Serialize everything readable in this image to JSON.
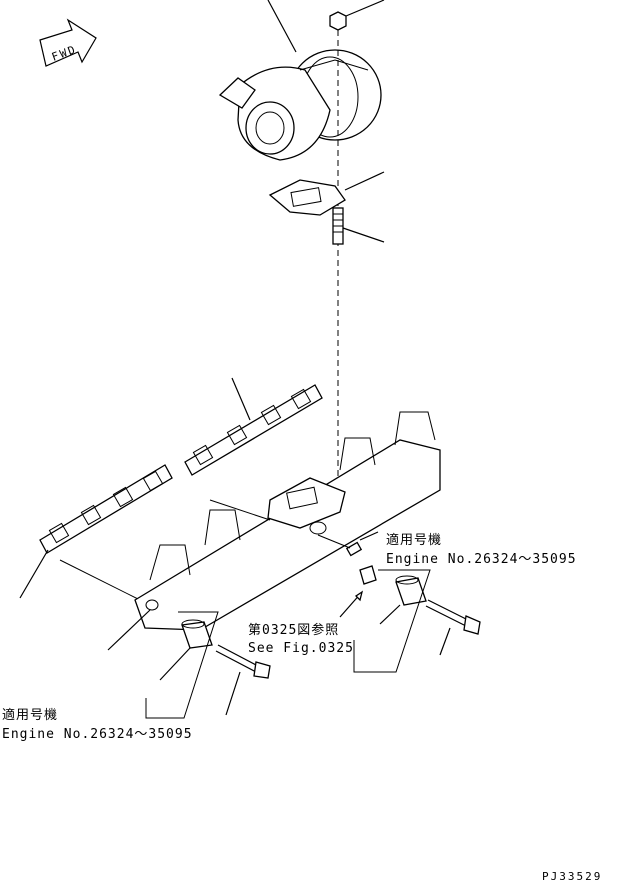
{
  "fwd_label": "FWD",
  "applicability_right": {
    "title": "適用号機",
    "engine": "Engine No.26324～35095"
  },
  "applicability_left": {
    "title": "適用号機",
    "engine": "Engine No.26324～35095"
  },
  "figure_ref": {
    "jp": "第0325図参照",
    "en": "See Fig.0325"
  },
  "drawing_number": "PJ33529"
}
